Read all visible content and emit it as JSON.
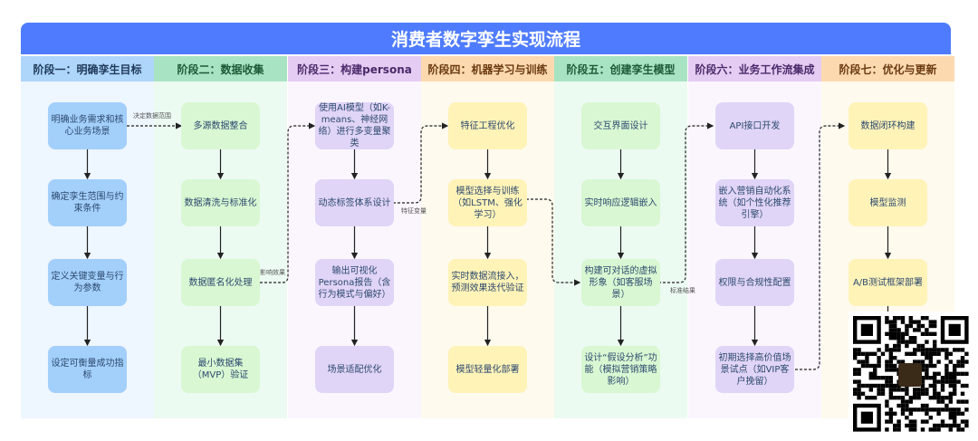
{
  "title": "消费者数字孪生实现流程",
  "stages": [
    {
      "header": "阶段一：明确孪生目标",
      "hdr_bg": "#aed6fb",
      "hdr_color": "#1f3a5a",
      "body_bg": "#eef6ff",
      "box_bg": "#a3cffb",
      "steps": [
        "明确业务需求和核心业务场景",
        "确定孪生范围与约束条件",
        "定义关键变量与行为参数",
        "设定可衡量成功指标"
      ]
    },
    {
      "header": "阶段二：数据收集",
      "hdr_bg": "#a8e3c3",
      "hdr_color": "#1d5a36",
      "body_bg": "#ecfbf2",
      "box_bg": "#d9f7d2",
      "steps": [
        "多源数据整合",
        "数据清洗与标准化",
        "数据匿名化处理",
        "最小数据集（MVP）验证"
      ]
    },
    {
      "header": "阶段三：构建persona",
      "hdr_bg": "#e5ccf3",
      "hdr_color": "#4a2a6a",
      "body_bg": "#fbf6fe",
      "box_bg": "#e0d4f7",
      "steps": [
        "使用AI模型（如K-means、神经网络）进行多变量聚类",
        "动态标签体系设计",
        "输出可视化Persona报告（含行为模式与偏好）",
        "场景适配优化"
      ]
    },
    {
      "header": "阶段四：机器学习与训练",
      "hdr_bg": "#fdd9b0",
      "hdr_color": "#6a3a10",
      "body_bg": "#fefaee",
      "box_bg": "#fff3b8",
      "steps": [
        "特征工程优化",
        "模型选择与训练（如LSTM、强化学习）",
        "实时数据流接入，预测效果迭代验证",
        "模型轻量化部署"
      ]
    },
    {
      "header": "阶段五：创建孪生模型",
      "hdr_bg": "#a8e3c3",
      "hdr_color": "#1d5a36",
      "body_bg": "#ecfbf2",
      "box_bg": "#d9f7d2",
      "steps": [
        "交互界面设计",
        "实时响应逻辑嵌入",
        "构建可对话的虚拟形象（如客服场景）",
        "设计“假设分析”功能（模拟营销策略影响）"
      ]
    },
    {
      "header": "阶段六：业务工作流集成",
      "hdr_bg": "#e5ccf3",
      "hdr_color": "#4a2a6a",
      "body_bg": "#fbf6fe",
      "box_bg": "#e0d4f7",
      "steps": [
        "API接口开发",
        "嵌入营销自动化系统（如个性化推荐引擎）",
        "权限与合规性配置",
        "初期选择高价值场景试点（如VIP客户挽留）"
      ]
    },
    {
      "header": "阶段七：优化与更新",
      "hdr_bg": "#fdd9b0",
      "hdr_color": "#6a3a10",
      "body_bg": "#fefaee",
      "box_bg": "#fff3b8",
      "steps": [
        "数据闭环构建",
        "模型监测",
        "A/B测试框架部署"
      ]
    }
  ],
  "connector_labels": {
    "scope": "决定数据范围",
    "effect": "影响效果",
    "features": "特征变量",
    "standard": "标准结果"
  }
}
